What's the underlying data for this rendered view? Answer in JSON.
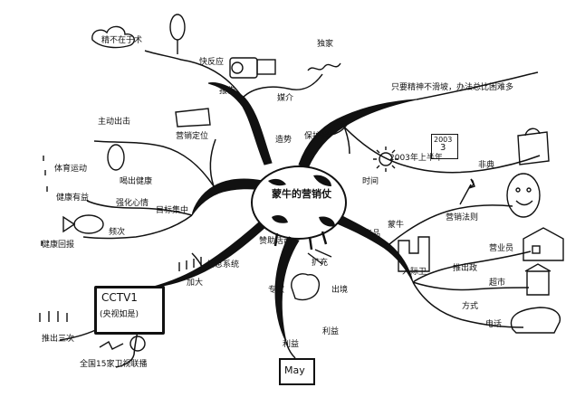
{
  "center": {
    "title": "蒙牛的营销仗"
  },
  "branches": {
    "media": "媒介",
    "promotion": "保护牌",
    "timing": "时间",
    "product": "产品",
    "sponsorship": "赞助活动",
    "broadcast": "全国15家卫视联播",
    "pr": "造势",
    "focus": "目标集中"
  },
  "labels": {
    "quality": "精不在于术",
    "fast_response": "快反应",
    "print": "报告",
    "article": "独家",
    "slogan": "只要精神不滑坡，办法总比困难多",
    "moon": "2003年上半年",
    "team": "非典",
    "feel": "主动出击",
    "drink": "营销定位",
    "heart": "体育运动",
    "gift": "健康有益",
    "emotion": "健康回报",
    "swallow": "喝出健康",
    "mood": "强化心情",
    "blank": "蒙牛",
    "sports": "营销法则",
    "store": "营业员",
    "seller": "超市",
    "hand": "人际卫",
    "brand": "推出政",
    "place": "利益",
    "pack": "方式",
    "phone": "电话",
    "dept": "信息系统",
    "high": "加大",
    "rep": "推出三次",
    "up": "扩充",
    "dots": "频次",
    "watch": "专家",
    "play": "出境"
  },
  "tv": {
    "channel": "CCTV1",
    "caption": "(央视如是)"
  },
  "calendar": {
    "month": "May"
  },
  "date_card": {
    "top": "2003",
    "num": "3"
  },
  "colors": {
    "ink": "#111111",
    "paper": "#ffffff"
  }
}
